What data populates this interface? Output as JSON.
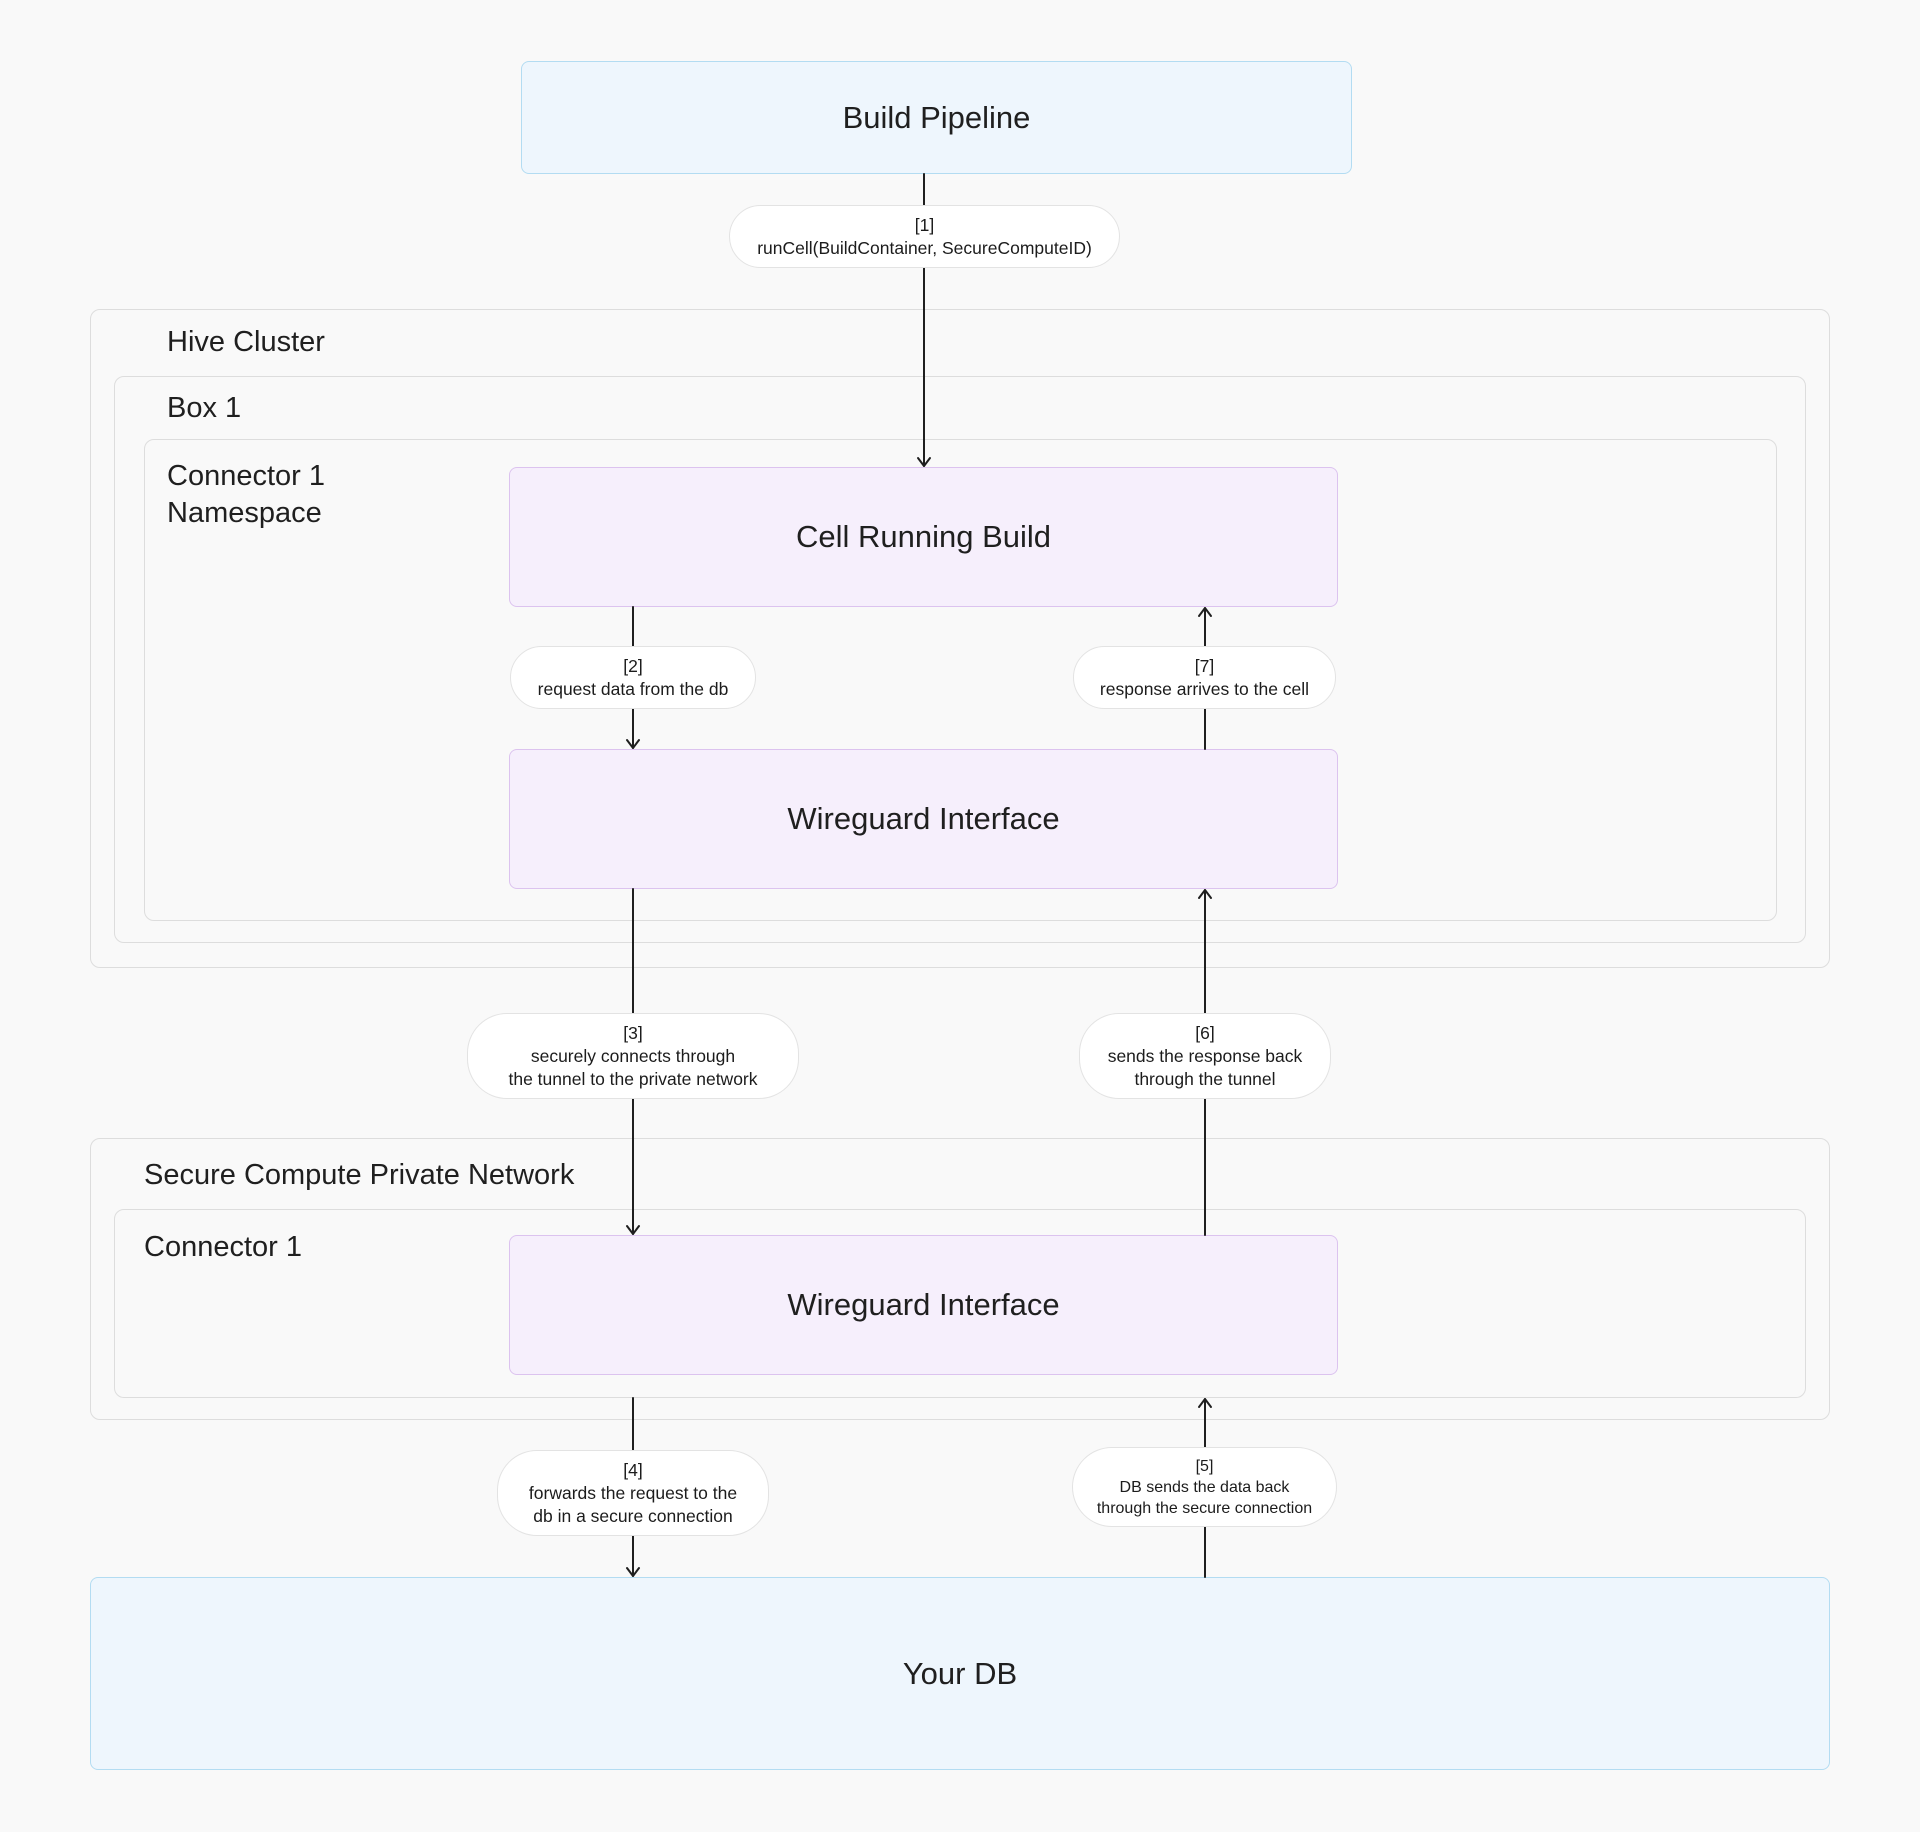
{
  "groups": {
    "hive_cluster": "Hive Cluster",
    "box1": "Box 1",
    "connector_namespace_line1": "Connector 1",
    "connector_namespace_line2": "Namespace",
    "secure_network": "Secure Compute Private Network",
    "connector1": "Connector 1"
  },
  "nodes": {
    "build_pipeline": "Build Pipeline",
    "cell_running_build": "Cell Running Build",
    "wireguard_top": "Wireguard Interface",
    "wireguard_bottom": "Wireguard Interface",
    "your_db": "Your DB"
  },
  "edges": [
    {
      "step": "[1]",
      "lines": [
        "runCell(BuildContainer, SecureComputeID)"
      ]
    },
    {
      "step": "[2]",
      "lines": [
        "request data from the db"
      ]
    },
    {
      "step": "[7]",
      "lines": [
        "response arrives to the cell"
      ]
    },
    {
      "step": "[3]",
      "lines": [
        "securely connects through",
        "the tunnel to the private network"
      ]
    },
    {
      "step": "[6]",
      "lines": [
        "sends the response back",
        "through the tunnel"
      ]
    },
    {
      "step": "[4]",
      "lines": [
        "forwards the request to the",
        "db in a secure connection"
      ]
    },
    {
      "step": "[5]",
      "lines": [
        "DB sends the data back",
        "through the secure connection"
      ]
    }
  ],
  "colors": {
    "blue_fill": "#eef6fd",
    "blue_border": "#b3dcf2",
    "purple_fill": "#f6effc",
    "purple_border": "#dcc3ef",
    "group_border": "#dddddd",
    "arrow": "#1f1f1f"
  }
}
